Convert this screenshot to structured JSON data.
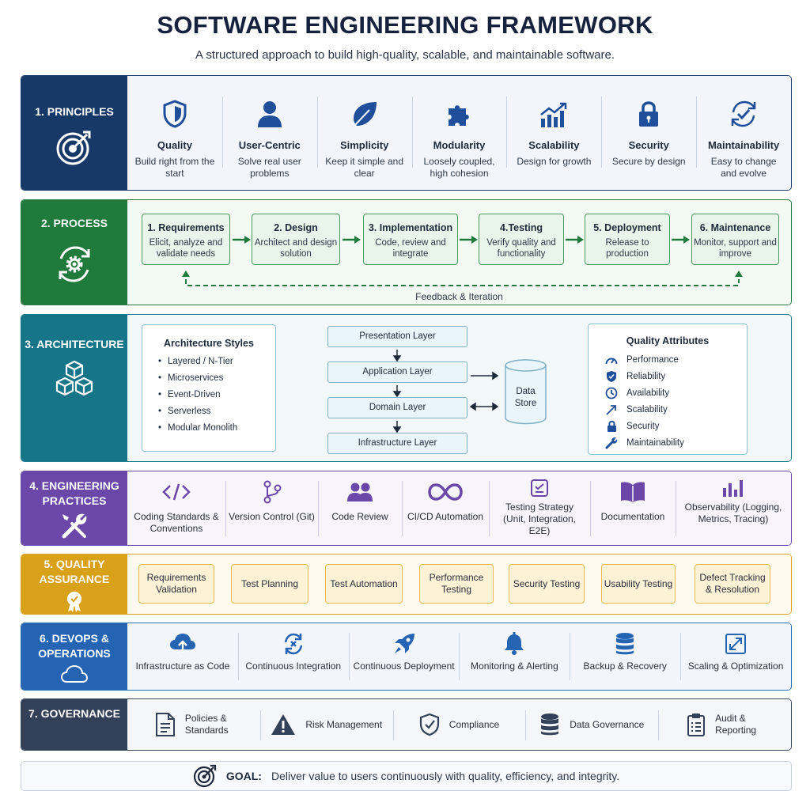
{
  "header": {
    "title": "SOFTWARE ENGINEERING FRAMEWORK",
    "subtitle": "A structured approach to build high-quality, scalable, and maintainable software."
  },
  "principles": {
    "label": "1. PRINCIPLES",
    "items": [
      {
        "name": "Quality",
        "desc": "Build right from the start",
        "icon": "shield-icon"
      },
      {
        "name": "User-Centric",
        "desc": "Solve real user problems",
        "icon": "user-icon"
      },
      {
        "name": "Simplicity",
        "desc": "Keep it simple and clear",
        "icon": "leaf-icon"
      },
      {
        "name": "Modularity",
        "desc": "Loosely coupled, high cohesion",
        "icon": "puzzle-icon"
      },
      {
        "name": "Scalability",
        "desc": "Design for growth",
        "icon": "growth-chart-icon"
      },
      {
        "name": "Security",
        "desc": "Secure by design",
        "icon": "lock-icon"
      },
      {
        "name": "Maintainability",
        "desc": "Easy to change and evolve",
        "icon": "refresh-check-icon"
      }
    ]
  },
  "process": {
    "label": "2. PROCESS",
    "steps": [
      {
        "title": "1. Requirements",
        "desc": "Elicit, analyze and validate needs"
      },
      {
        "title": "2. Design",
        "desc": "Architect and design solution"
      },
      {
        "title": "3. Implementation",
        "desc": "Code, review and integrate"
      },
      {
        "title": "4.Testing",
        "desc": "Verify quality and functionality"
      },
      {
        "title": "5. Deployment",
        "desc": "Release to production"
      },
      {
        "title": "6. Maintenance",
        "desc": "Monitor, support and improve"
      }
    ],
    "feedback": "Feedback & Iteration"
  },
  "architecture": {
    "label": "3. ARCHITECTURE",
    "styles_title": "Architecture Styles",
    "styles": [
      "Layered / N-Tier",
      "Microservices",
      "Event-Driven",
      "Serverless",
      "Modular Monolith"
    ],
    "layers": [
      "Presentation Layer",
      "Application Layer",
      "Domain Layer",
      "Infrastructure Layer"
    ],
    "data_store": "Data Store",
    "quality_title": "Quality Attributes",
    "quality_attributes": [
      {
        "name": "Performance",
        "icon": "gauge-icon"
      },
      {
        "name": "Reliability",
        "icon": "shield-check-icon"
      },
      {
        "name": "Availability",
        "icon": "clock-icon"
      },
      {
        "name": "Scalability",
        "icon": "arrow-up-right-icon"
      },
      {
        "name": "Security",
        "icon": "lock-icon"
      },
      {
        "name": "Maintainability",
        "icon": "wrench-icon"
      }
    ]
  },
  "practices": {
    "label_line1": "4. ENGINEERING",
    "label_line2": "PRACTICES",
    "items": [
      {
        "name": "Coding Standards & Conventions",
        "icon": "code-icon"
      },
      {
        "name": "Version Control (Git)",
        "icon": "git-branch-icon"
      },
      {
        "name": "Code Review",
        "icon": "people-icon"
      },
      {
        "name": "CI/CD Automation",
        "icon": "infinity-icon"
      },
      {
        "name": "Testing Strategy (Unit, Integration, E2E)",
        "icon": "test-icon"
      },
      {
        "name": "Documentation",
        "icon": "book-icon"
      },
      {
        "name": "Observability (Logging, Metrics, Tracing)",
        "icon": "bar-chart-icon"
      }
    ]
  },
  "quality_assurance": {
    "label_line1": "5. QUALITY",
    "label_line2": "ASSURANCE",
    "items": [
      "Requirements Validation",
      "Test Planning",
      "Test Automation",
      "Performance Testing",
      "Security Testing",
      "Usability Testing",
      "Defect Tracking & Resolution"
    ]
  },
  "devops": {
    "label_line1": "6. DEVOPS &",
    "label_line2": "OPERATIONS",
    "items": [
      {
        "name": "Infrastructure as Code",
        "icon": "cloud-upload-icon"
      },
      {
        "name": "Continuous Integration",
        "icon": "sync-icon"
      },
      {
        "name": "Continuous Deployment",
        "icon": "rocket-icon"
      },
      {
        "name": "Monitoring & Alerting",
        "icon": "bell-icon"
      },
      {
        "name": "Backup & Recovery",
        "icon": "database-icon"
      },
      {
        "name": "Scaling & Optimization",
        "icon": "expand-icon"
      }
    ]
  },
  "governance": {
    "label": "7. GOVERNANCE",
    "items": [
      {
        "name": "Policies & Standards",
        "icon": "document-icon"
      },
      {
        "name": "Risk Management",
        "icon": "warning-icon"
      },
      {
        "name": "Compliance",
        "icon": "shield-check-icon"
      },
      {
        "name": "Data Governance",
        "icon": "database-icon"
      },
      {
        "name": "Audit & Reporting",
        "icon": "clipboard-icon"
      }
    ]
  },
  "goal": {
    "label": "GOAL:",
    "text": "Deliver value to users continuously with quality, efficiency, and integrity."
  },
  "colors": {
    "principles": "#173968",
    "process": "#1f7a3c",
    "architecture": "#17758a",
    "practices": "#6a47a8",
    "quality_assurance": "#d9a01a",
    "devops": "#2563b3",
    "governance": "#334158"
  }
}
